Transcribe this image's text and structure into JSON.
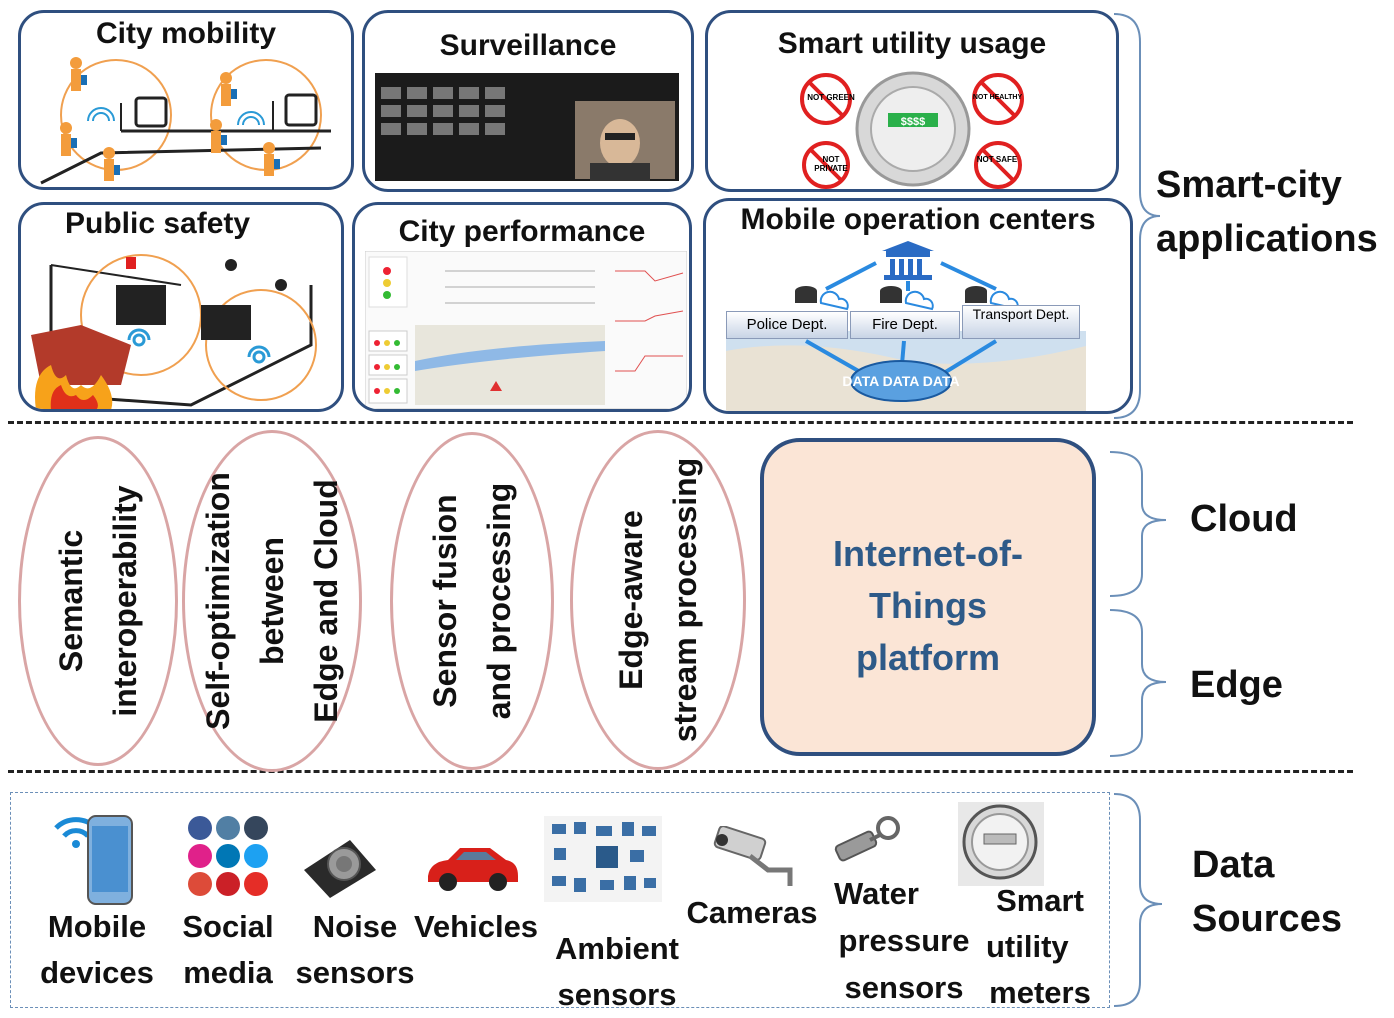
{
  "apps": {
    "city_mobility": "City mobility",
    "surveillance": "Surveillance",
    "smart_utility": "Smart utility usage",
    "public_safety": "Public safety",
    "city_performance": "City performance",
    "mobile_ops": "Mobile operation centers",
    "not_green": "NOT GREEN",
    "not_healthy": "NOT HEALTHY",
    "not_private": "NOT PRIVATE",
    "not_safe": "NOT SAFE",
    "meter_value": "$$$$",
    "police": "Police Dept.",
    "fire": "Fire Dept.",
    "transport": "Transport Dept.",
    "data_word": "DATA DATA DATA"
  },
  "layers": {
    "applications": "Smart-city applications",
    "cloud": "Cloud",
    "edge": "Edge",
    "data_sources": "Data Sources"
  },
  "platform": {
    "title": "Internet-of-Things platform",
    "capabilities": [
      [
        "Semantic",
        "interoperability"
      ],
      [
        "Self-optimization",
        "between",
        "Edge and Cloud"
      ],
      [
        "Sensor fusion",
        "and processing"
      ],
      [
        "Edge-aware",
        "stream processing"
      ]
    ]
  },
  "sources": [
    [
      "Mobile",
      "devices"
    ],
    [
      "Social",
      "media"
    ],
    [
      "Noise",
      "sensors"
    ],
    [
      "Vehicles"
    ],
    [
      "Ambient",
      "sensors"
    ],
    [
      "Cameras"
    ],
    [
      "Water",
      "pressure",
      "sensors"
    ],
    [
      "Smart",
      "utility",
      "meters"
    ]
  ],
  "colors": {
    "box_border": "#2f4f7f",
    "ellipse_border": "#d9a5a5",
    "platform_fill": "#fbe5d6",
    "platform_text": "#2e5a88"
  }
}
